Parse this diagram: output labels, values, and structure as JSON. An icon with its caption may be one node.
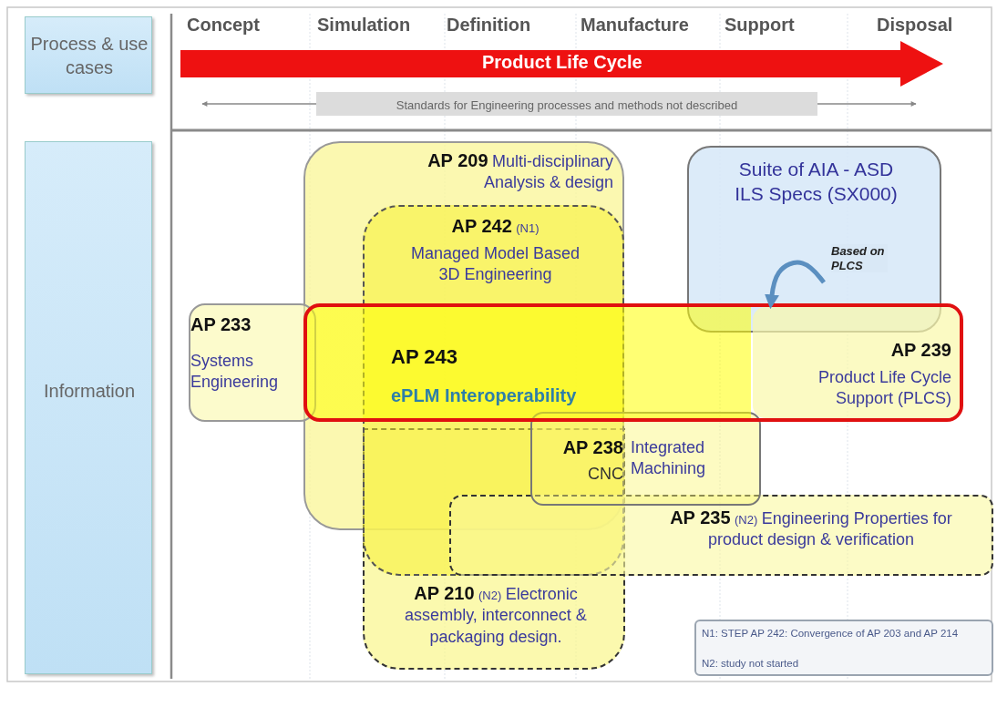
{
  "diagram": {
    "nodes": [
      {
        "text": [
          "Process & use cases"
        ]
      },
      {
        "text": [
          "Information"
        ]
      },
      {
        "text": [
          "Standards for Engineering processes and methods not described"
        ]
      },
      {
        "text": [
          "AP 209",
          "Multi-disciplinary Analysis & design"
        ]
      },
      {
        "text": [
          "AP 242",
          "(N1)",
          "Managed Model Based 3D Engineering"
        ]
      },
      {
        "text": [
          "AP 233",
          "Systems Engineering"
        ]
      },
      {
        "text": [
          "AP 243",
          "ePLM Interoperability"
        ]
      },
      {
        "text": [
          "Suite of AIA - ASD ILS Specs (SX000)"
        ]
      },
      {
        "text": [
          "AP 239",
          "Product Life Cycle Support (PLCS)"
        ],
        "in": 6
      },
      {
        "text": [
          "AP 238",
          "CNC",
          "Integrated Machining"
        ]
      },
      {
        "text": [
          "AP 235",
          "(N2)",
          "Engineering Properties for product design & verification"
        ]
      },
      {
        "text": [
          "AP 210",
          "(N2)",
          "Electronic assembly, interconnect & packaging design."
        ]
      },
      {
        "text": [
          "N1: STEP AP 242: Convergence of AP 203 and AP 214",
          "N2: study not started"
        ]
      }
    ],
    "edges": [
      {
        "from": 7,
        "to": 8,
        "arrow": "to",
        "label": "Based on PLCS"
      }
    ],
    "labels": [
      "Concept",
      "Simulation",
      "Definition",
      "Manufacture",
      "Support",
      "Disposal",
      "Product Life Cycle"
    ]
  }
}
